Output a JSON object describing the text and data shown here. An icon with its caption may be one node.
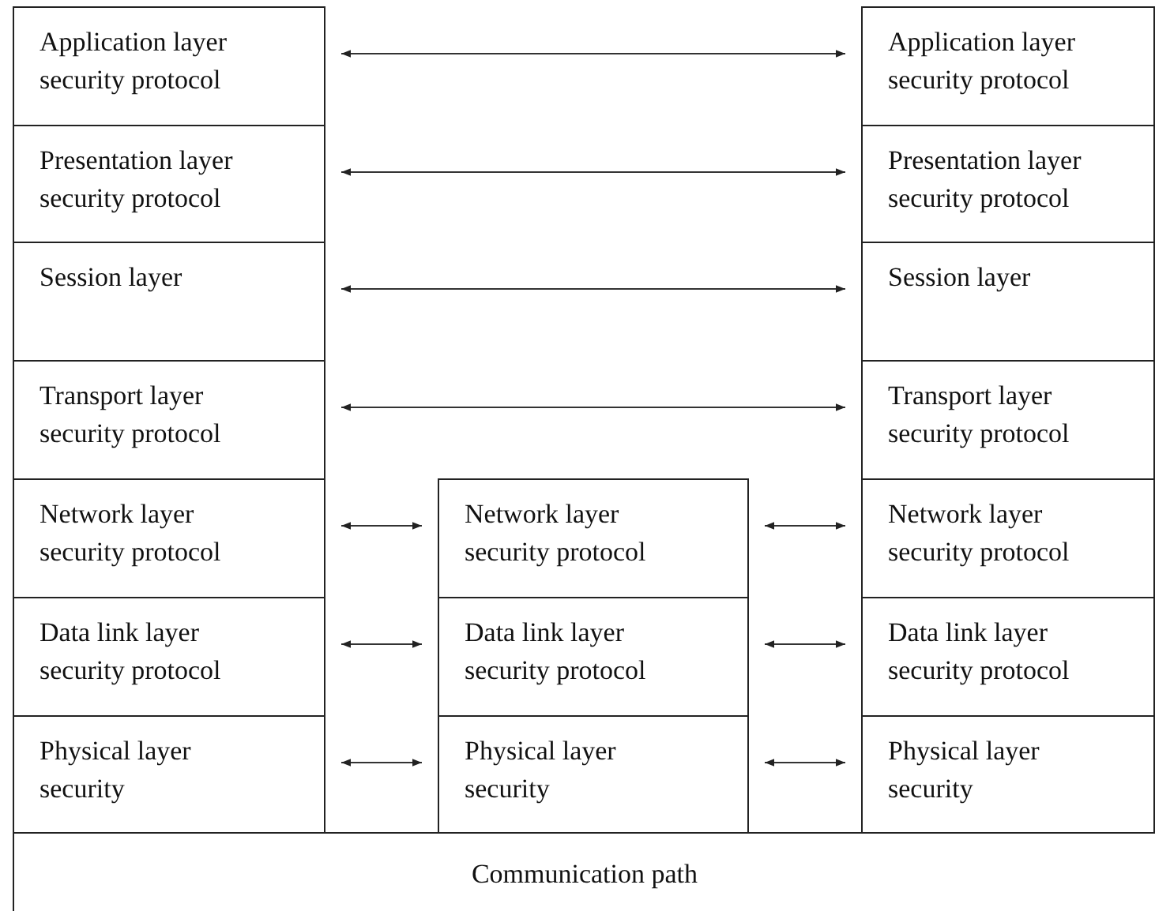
{
  "diagram": {
    "nodes": [
      {
        "text": [
          "Application layer security protocol"
        ]
      },
      {
        "text": [
          "Presentation layer security protocol"
        ]
      },
      {
        "text": [
          "Session layer"
        ]
      },
      {
        "text": [
          "Transport layer security protocol"
        ]
      },
      {
        "text": [
          "Network layer security protocol"
        ]
      },
      {
        "text": [
          "Data link layer security protocol"
        ]
      },
      {
        "text": [
          "Physical layer security"
        ]
      },
      {
        "text": [
          "Network layer security protocol"
        ]
      },
      {
        "text": [
          "Data link layer security protocol"
        ]
      },
      {
        "text": [
          "Physical layer security"
        ]
      },
      {
        "text": [
          "Application layer security protocol"
        ]
      },
      {
        "text": [
          "Presentation layer security protocol"
        ]
      },
      {
        "text": [
          "Session layer"
        ]
      },
      {
        "text": [
          "Transport layer security protocol"
        ]
      },
      {
        "text": [
          "Network layer security protocol"
        ]
      },
      {
        "text": [
          "Data link layer security protocol"
        ]
      },
      {
        "text": [
          "Physical layer security"
        ]
      },
      {
        "text": [
          "Communication path"
        ]
      }
    ],
    "edges": [
      {
        "from": 0,
        "to": 10,
        "arrow": "both"
      },
      {
        "from": 1,
        "to": 11,
        "arrow": "both"
      },
      {
        "from": 2,
        "to": 12,
        "arrow": "both"
      },
      {
        "from": 3,
        "to": 13,
        "arrow": "both"
      },
      {
        "from": 4,
        "to": 7,
        "arrow": "both"
      },
      {
        "from": 7,
        "to": 14,
        "arrow": "both"
      },
      {
        "from": 5,
        "to": 8,
        "arrow": "both"
      },
      {
        "from": 8,
        "to": 15,
        "arrow": "both"
      },
      {
        "from": 6,
        "to": 9,
        "arrow": "both"
      },
      {
        "from": 9,
        "to": 16,
        "arrow": "both"
      }
    ]
  }
}
